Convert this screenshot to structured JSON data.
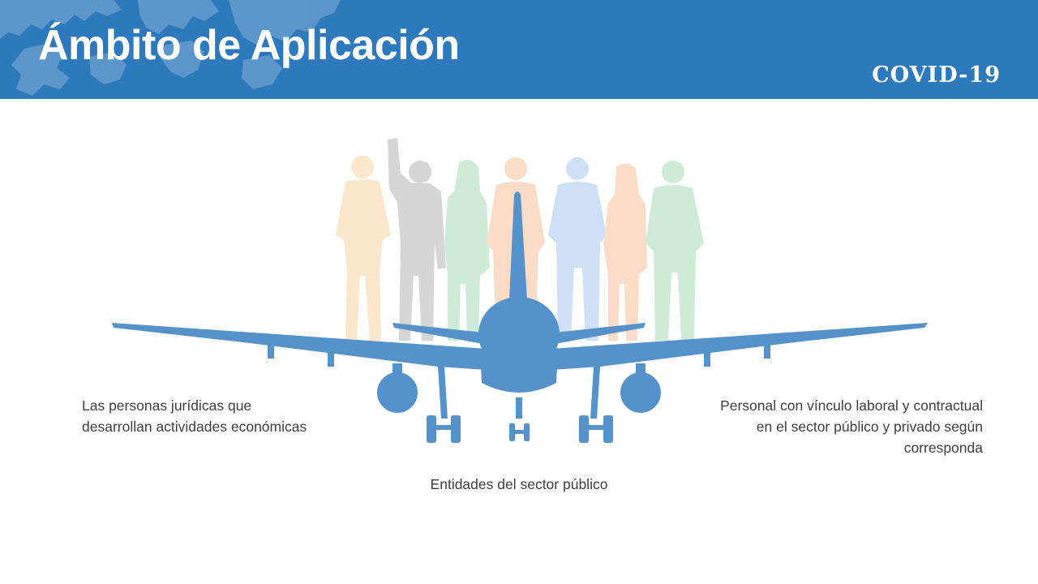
{
  "header": {
    "title": "Ámbito de Aplicación",
    "badge": "COVID-19",
    "background_color": "#2e79bc"
  },
  "illustration": {
    "people_icon": "people-silhouettes-icon",
    "plane_icon": "airplane-icon",
    "plane_color": "#5592c9",
    "people_colors": [
      "#fde7cc",
      "#d6d6d6",
      "#cdebd6",
      "#fbdcc8",
      "#cfe1f6",
      "#fbdcc8",
      "#cdebd6"
    ]
  },
  "captions": {
    "left": "Las personas jurídicas que desarrollan actividades económicas",
    "right": "Personal con vínculo laboral y contractual en el sector público y privado según corresponda",
    "center": "Entidades del sector público"
  }
}
